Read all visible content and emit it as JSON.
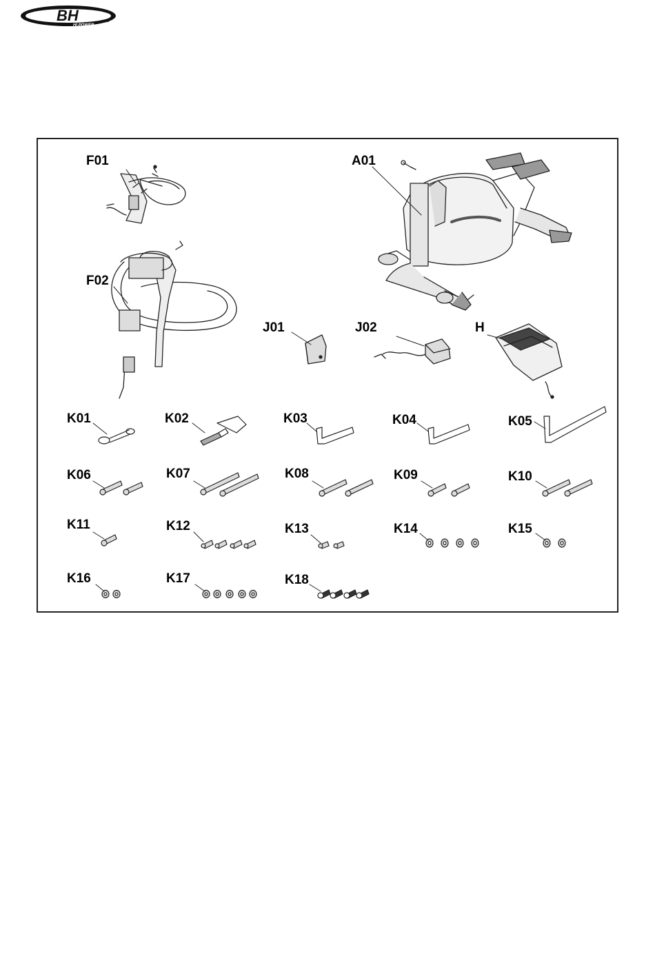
{
  "header": {
    "logo_text": "BH",
    "logo_subtext": "HI POWER"
  },
  "diagram": {
    "parts": [
      {
        "id": "F01",
        "label": "F01"
      },
      {
        "id": "A01",
        "label": "A01"
      },
      {
        "id": "F02",
        "label": "F02"
      },
      {
        "id": "J01",
        "label": "J01"
      },
      {
        "id": "J02",
        "label": "J02"
      },
      {
        "id": "H",
        "label": "H"
      },
      {
        "id": "K01",
        "label": "K01"
      },
      {
        "id": "K02",
        "label": "K02"
      },
      {
        "id": "K03",
        "label": "K03"
      },
      {
        "id": "K04",
        "label": "K04"
      },
      {
        "id": "K05",
        "label": "K05"
      },
      {
        "id": "K06",
        "label": "K06"
      },
      {
        "id": "K07",
        "label": "K07"
      },
      {
        "id": "K08",
        "label": "K08"
      },
      {
        "id": "K09",
        "label": "K09"
      },
      {
        "id": "K10",
        "label": "K10"
      },
      {
        "id": "K11",
        "label": "K11"
      },
      {
        "id": "K12",
        "label": "K12"
      },
      {
        "id": "K13",
        "label": "K13"
      },
      {
        "id": "K14",
        "label": "K14"
      },
      {
        "id": "K15",
        "label": "K15"
      },
      {
        "id": "K16",
        "label": "K16"
      },
      {
        "id": "K17",
        "label": "K17"
      },
      {
        "id": "K18",
        "label": "K18"
      }
    ]
  }
}
